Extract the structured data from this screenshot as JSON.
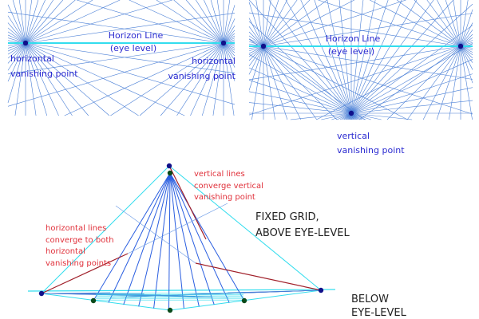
{
  "colors": {
    "grid": "#4a7fd6",
    "horizon": "#33ddee",
    "vp": "#10108a",
    "green_point": "#0a4a1a",
    "red_line": "#a0202a",
    "label_blue": "#2a2ad0",
    "label_red": "#e0303a"
  },
  "panel_left": {
    "horizon_label": "Horizon Line",
    "horizon_sub": "(eye level)",
    "vp_left_label": [
      "horizontal",
      "vanishing point"
    ],
    "vp_right_label": [
      "horizontal",
      "vanishing point"
    ]
  },
  "panel_right": {
    "horizon_label": "Horizon Line",
    "horizon_sub": "(eye level)",
    "vertical_vp_label": [
      "vertical",
      "vanishing point"
    ]
  },
  "bottom": {
    "vertical_note": [
      "vertical lines",
      "converge vertical",
      "vanishing point"
    ],
    "horizontal_note": [
      "horizontal lines",
      "converge to both",
      "horizontal",
      "vanishing points"
    ],
    "title_above": [
      "FIXED GRID,",
      "ABOVE EYE-LEVEL"
    ],
    "title_below": [
      "BELOW",
      "EYE-LEVEL"
    ]
  }
}
